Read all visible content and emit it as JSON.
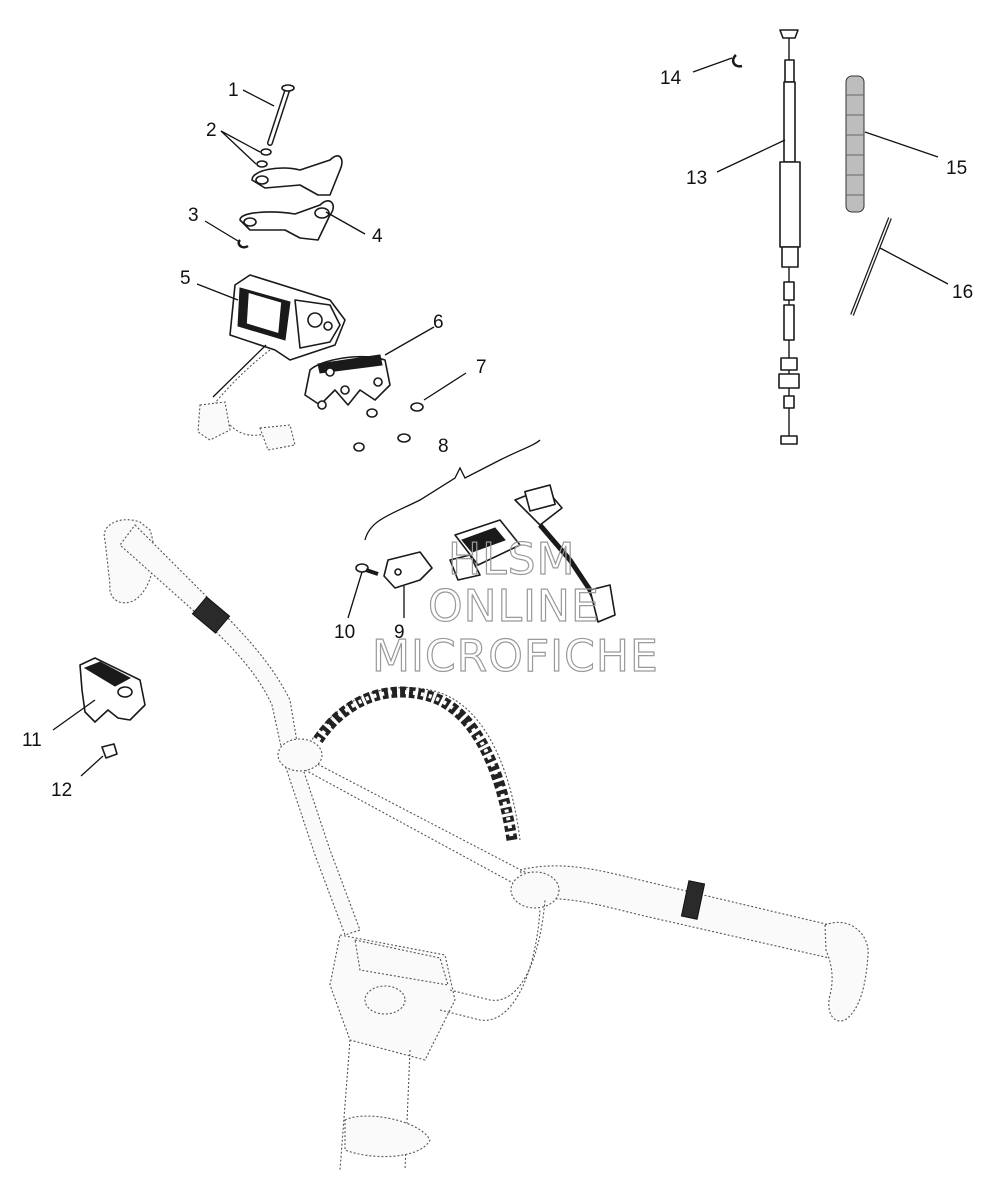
{
  "diagram": {
    "callouts": [
      {
        "id": "1",
        "text": "1"
      },
      {
        "id": "2",
        "text": "2"
      },
      {
        "id": "3",
        "text": "3"
      },
      {
        "id": "4",
        "text": "4"
      },
      {
        "id": "5",
        "text": "5"
      },
      {
        "id": "6",
        "text": "6"
      },
      {
        "id": "7",
        "text": "7"
      },
      {
        "id": "8",
        "text": "8"
      },
      {
        "id": "9",
        "text": "9"
      },
      {
        "id": "10",
        "text": "10"
      },
      {
        "id": "11",
        "text": "11"
      },
      {
        "id": "12",
        "text": "12"
      },
      {
        "id": "13",
        "text": "13"
      },
      {
        "id": "14",
        "text": "14"
      },
      {
        "id": "15",
        "text": "15"
      },
      {
        "id": "16",
        "text": "16"
      }
    ]
  },
  "watermark": {
    "line1": "HLSM",
    "line2": "ONLINE",
    "line3": "MICROFICHE"
  }
}
